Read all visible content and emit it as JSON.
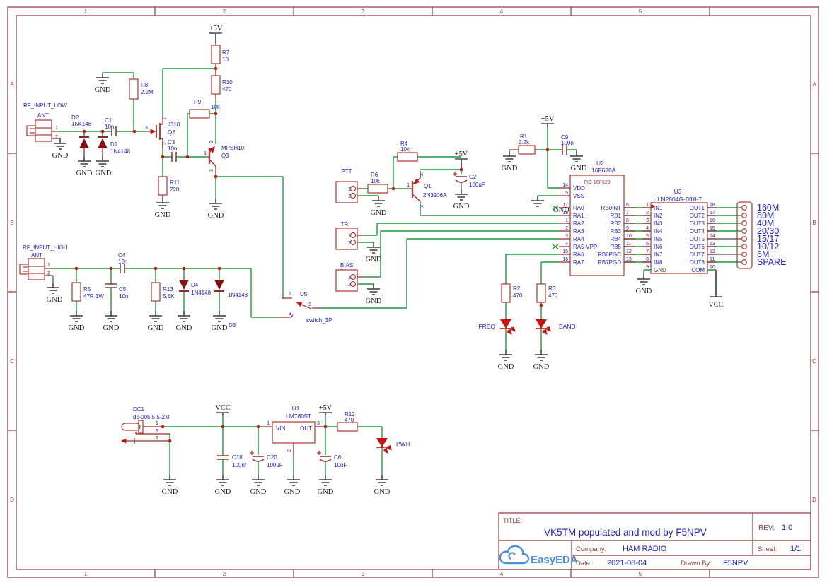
{
  "nets": {
    "gnd": "GND",
    "p5v": "+5V",
    "vcc": "VCC"
  },
  "frame": {
    "cols": [
      "1",
      "2",
      "3",
      "4",
      "5"
    ],
    "rows": [
      "A",
      "B",
      "C",
      "D"
    ]
  },
  "tb": {
    "title_label": "TITLE:",
    "title": "VK5TM populated and mod by F5NPV",
    "rev_label": "REV:",
    "rev": "1.0",
    "company_label": "Company:",
    "company": "HAM RADIO",
    "sheet_label": "Sheet:",
    "sheet": "1/1",
    "date_label": "Date:",
    "date": "2021-08-04",
    "drawn_label": "Drawn By:",
    "drawn": "F5NPV",
    "logo": "EasyEDA"
  },
  "pn": {
    "p1": "1",
    "p2": "2",
    "p3": "3"
  },
  "conn": {
    "rf_low": {
      "label": "RF_INPUT_LOW",
      "name": "ANT"
    },
    "rf_high": {
      "label": "RF_INPUT_HIGH",
      "name": "ANT"
    },
    "ptt": "PTT",
    "tr": "TR",
    "bias": "BIAS",
    "freq": "FREQ",
    "band": "BAND",
    "pwr": "PWR"
  },
  "comp": {
    "r7": {
      "r": "R7",
      "v": "10"
    },
    "r10": {
      "r": "R10",
      "v": "470"
    },
    "r9": {
      "r": "R9",
      "v": "10k"
    },
    "r8": {
      "r": "R8",
      "v": "2.2M"
    },
    "r11": {
      "r": "R11",
      "v": "220"
    },
    "r6": {
      "r": "R6",
      "v": "10k"
    },
    "r4": {
      "r": "R4",
      "v": "10k"
    },
    "r1": {
      "r": "R1",
      "v": "2.2k"
    },
    "r2": {
      "r": "R2",
      "v": "470"
    },
    "r3": {
      "r": "R3",
      "v": "470"
    },
    "r5": {
      "r": "R5",
      "v": "47R 1W"
    },
    "r13": {
      "r": "R13",
      "v": "5.1K"
    },
    "r12": {
      "r": "R12",
      "v": "470"
    },
    "c1": {
      "r": "C1",
      "v": "10n"
    },
    "c3": {
      "r": "C3",
      "v": "10n"
    },
    "c2": {
      "r": "C2",
      "v": "100uF"
    },
    "c9": {
      "r": "C9",
      "v": "100n"
    },
    "c4": {
      "r": "C4",
      "v": "10n"
    },
    "c5": {
      "r": "C5",
      "v": "10n"
    },
    "c18": {
      "r": "C18",
      "v": "100nf"
    },
    "c20": {
      "r": "C20",
      "v": "100uF"
    },
    "c6": {
      "r": "C6",
      "v": "10uF"
    },
    "d1": {
      "r": "D1",
      "v": "1N4148"
    },
    "d2": {
      "r": "D2",
      "v": "1N4148"
    },
    "d3": {
      "r": "D3",
      "v": "1N4148"
    },
    "d4": {
      "r": "D4",
      "v": "1N4148"
    },
    "q2": {
      "r": "Q2",
      "v": "J310"
    },
    "q3": {
      "r": "Q3",
      "v": "MPSH10"
    },
    "q1": {
      "r": "Q1",
      "v": "2N3906A"
    },
    "u5": {
      "r": "U5",
      "v": "switch_3P"
    },
    "u1": {
      "r": "U1",
      "v": "LM7805T",
      "vin": "VIN",
      "out": "OUT"
    },
    "dc1": {
      "r": "DC1",
      "v": "dc-005 5.5-2.0"
    }
  },
  "u2": {
    "ref": "U2",
    "part": "16F628A",
    "inner": "PIC 16F628",
    "left": [
      {
        "n": "14",
        "t": "VDD"
      },
      {
        "n": "5",
        "t": "VSS"
      },
      {
        "n": "17",
        "t": "RA0"
      },
      {
        "n": "18",
        "t": "RA1"
      },
      {
        "n": "1",
        "t": "RA2"
      },
      {
        "n": "2",
        "t": "RA3"
      },
      {
        "n": "3",
        "t": "RA4"
      },
      {
        "n": "4",
        "t": "RA5-VPP"
      },
      {
        "n": "15",
        "t": "RA6"
      },
      {
        "n": "16",
        "t": "RA7"
      }
    ],
    "right": [
      {
        "n": "6",
        "t": "RB0INT"
      },
      {
        "n": "7",
        "t": "RB1"
      },
      {
        "n": "8",
        "t": "RB2"
      },
      {
        "n": "9",
        "t": "RB3"
      },
      {
        "n": "10",
        "t": "RB4"
      },
      {
        "n": "11",
        "t": "RB5"
      },
      {
        "n": "12",
        "t": "RB6PGC"
      },
      {
        "n": "13",
        "t": "RB7PGD"
      }
    ]
  },
  "u3": {
    "ref": "U3",
    "part": "ULN2804G-D18-T",
    "left": [
      {
        "n": "1",
        "t": "IN1"
      },
      {
        "n": "2",
        "t": "IN2"
      },
      {
        "n": "3",
        "t": "IN3"
      },
      {
        "n": "4",
        "t": "IN4"
      },
      {
        "n": "5",
        "t": "IN5"
      },
      {
        "n": "6",
        "t": "IN6"
      },
      {
        "n": "7",
        "t": "IN7"
      },
      {
        "n": "8",
        "t": "IN8"
      }
    ],
    "gnd": {
      "n": "9",
      "t": "GND"
    },
    "right": [
      {
        "n": "18",
        "t": "OUT1"
      },
      {
        "n": "17",
        "t": "OUT2"
      },
      {
        "n": "16",
        "t": "OUT3"
      },
      {
        "n": "15",
        "t": "OUT4"
      },
      {
        "n": "14",
        "t": "OUT5"
      },
      {
        "n": "13",
        "t": "OUT6"
      },
      {
        "n": "12",
        "t": "OUT7"
      },
      {
        "n": "11",
        "t": "OUT8"
      }
    ],
    "com": {
      "n": "10",
      "t": "COM"
    }
  },
  "bands": [
    "160M",
    "80M",
    "40M",
    "20/30",
    "15/17",
    "10/12",
    "6M",
    "SPARE"
  ],
  "colors": {
    "wire_green": "#1b9c3c",
    "symbol_red": "#b5453f",
    "frame_maroon": "#8c3b3a",
    "label_blue": "#2222cc",
    "junction_red": "#cc1414",
    "diode_fill": "#811010",
    "led_red": "#cc1111",
    "logo_blue": "#4a8fdc"
  }
}
